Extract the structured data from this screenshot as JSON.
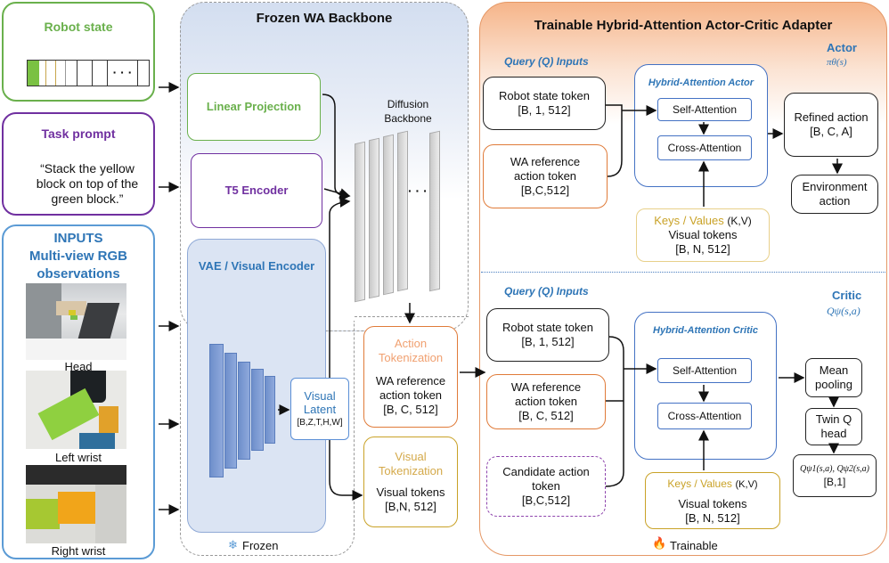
{
  "inputs": {
    "robot_state": {
      "title": "Robot state",
      "ellipsis": "· · ·"
    },
    "task_prompt": {
      "title": "Task prompt",
      "text": "“Stack the yellow block on top of the green block.”"
    },
    "obs": {
      "title1": "INPUTS",
      "title2": "Multi-view RGB",
      "title3": "observations",
      "views": [
        "Head",
        "Left wrist",
        "Right wrist"
      ]
    }
  },
  "backbone": {
    "title": "Frozen WA Backbone",
    "linear_projection": "Linear Projection",
    "t5_encoder": "T5 Encoder",
    "vae": "VAE / Visual Encoder",
    "visual_latent": {
      "l1": "Visual",
      "l2": "Latent",
      "shape": "[B,Z,T,H,W]"
    },
    "diffusion": {
      "l1": "Diffusion",
      "l2": "Backbone",
      "ellipsis": "· · ·"
    },
    "frozen_icon": "❄",
    "frozen_label": "Frozen"
  },
  "tokenization": {
    "action": {
      "t1": "Action",
      "t2": "Tokenization",
      "b1": "WA reference",
      "b2": "action token",
      "b3": "[B, C, 512]"
    },
    "visual": {
      "t1": "Visual",
      "t2": "Tokenization",
      "b1": "Visual tokens",
      "b2": "[B,N, 512]"
    }
  },
  "adapter": {
    "title": "Trainable Hybrid-Attention Actor-Critic Adapter",
    "trainable_icon": "🔥",
    "trainable_label": "Trainable",
    "actor": {
      "label": "Actor",
      "formula": "πθ(s)",
      "query_title": "Query (Q) Inputs",
      "robot_state_token": [
        "Robot state token",
        "[B, 1, 512]"
      ],
      "wa_ref_token": [
        "WA reference",
        "action token",
        "[B,C,512]"
      ],
      "block_title": "Hybrid-Attention Actor",
      "self_attention": "Self-Attention",
      "cross_attention": "Cross-Attention",
      "kv": {
        "k1": "Keys / Values",
        "k2": "(K,V)",
        "l2": "Visual tokens",
        "l3": "[B, N, 512]"
      },
      "refined": [
        "Refined action",
        "[B, C, A]"
      ],
      "env": [
        "Environment",
        "action"
      ]
    },
    "critic": {
      "label": "Critic",
      "formula": "Qψ(s,a)",
      "query_title": "Query (Q) Inputs",
      "robot_state_token": [
        "Robot state token",
        "[B, 1, 512]"
      ],
      "wa_ref_token": [
        "WA reference",
        "action token",
        "[B, C, 512]"
      ],
      "candidate": [
        "Candidate action",
        "token",
        "[B,C,512]"
      ],
      "block_title": "Hybrid-Attention Critic",
      "self_attention": "Self-Attention",
      "cross_attention": "Cross-Attention",
      "kv": {
        "k1": "Keys / Values",
        "k2": "(K,V)",
        "l2": "Visual tokens",
        "l3": "[B, N, 512]"
      },
      "mean_pool": [
        "Mean",
        "pooling"
      ],
      "twin_q": [
        "Twin Q",
        "head"
      ],
      "q_out": {
        "q": "Qψ1(s,a), Qψ2(s,a)",
        "shape": "[B,1]"
      }
    }
  },
  "colors": {
    "green": "#6ab04c",
    "purple": "#7030a0",
    "blue": "#4472c4",
    "orange": "#e07b39",
    "gold": "#c9a227",
    "adapter_bg": "#fbd5b7",
    "backbone_bg": "#dfe7f3"
  }
}
